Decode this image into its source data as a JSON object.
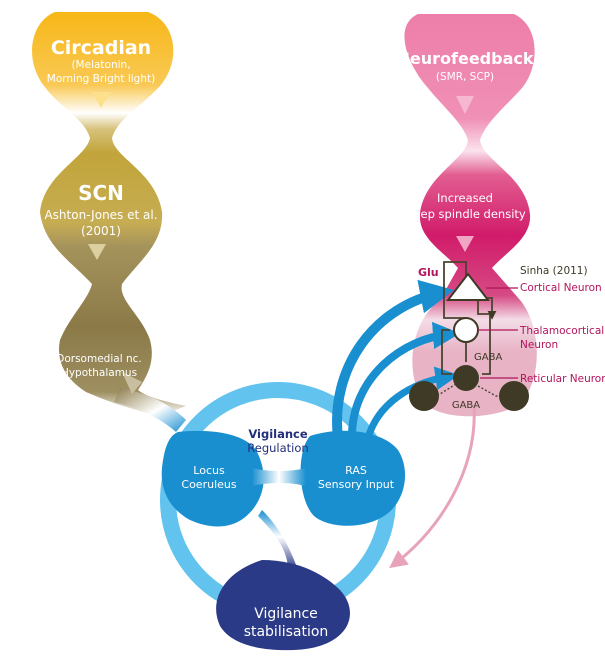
{
  "left_column": {
    "circadian": {
      "title": "Circadian",
      "sub1": "(Melatonin,",
      "sub2": "Morning Bright light)"
    },
    "scn": {
      "title": "SCN",
      "sub1": "Ashton-Jones et al.",
      "sub2": "(2001)"
    },
    "dorsomedial": {
      "line1": "Dorsomedial nc.",
      "line2": "Hypothalamus"
    }
  },
  "right_column": {
    "neurofeedback": {
      "title": "Neurofeedback",
      "sub": "(SMR, SCP)"
    },
    "spindle": {
      "line1": "Increased",
      "line2": "sleep spindle density"
    }
  },
  "circuit": {
    "glu": "Glu",
    "citation": "Sinha (2011)",
    "cortical": "Cortical Neuron",
    "thalamocortical1": "Thalamocortical",
    "thalamocortical2": "Neuron",
    "gaba_upper": "GABA",
    "reticular": "Reticular Neuron",
    "gaba_lower": "GABA"
  },
  "regulation": {
    "label1": "Vigilance",
    "label2": "Regulation",
    "locus1": "Locus",
    "locus2": "Coeruleus",
    "ras1": "RAS",
    "ras2": "Sensory Input",
    "stab1": "Vigilance",
    "stab2": "stabilisation"
  },
  "colors": {
    "circadian": "#f7b718",
    "scn": "#c1a43a",
    "dorsomedial": "#8b7a48",
    "neurofeedback": "#ed7eaa",
    "spindle": "#d11b6a",
    "pink_light": "#e8b3c5",
    "neuron_dark": "#3f3a26",
    "ring": "#63c3ef",
    "node_blue": "#1a8fd0",
    "stab": "#2b3a86",
    "magenta_text": "#b0145c",
    "navy_text": "#232f7a"
  }
}
